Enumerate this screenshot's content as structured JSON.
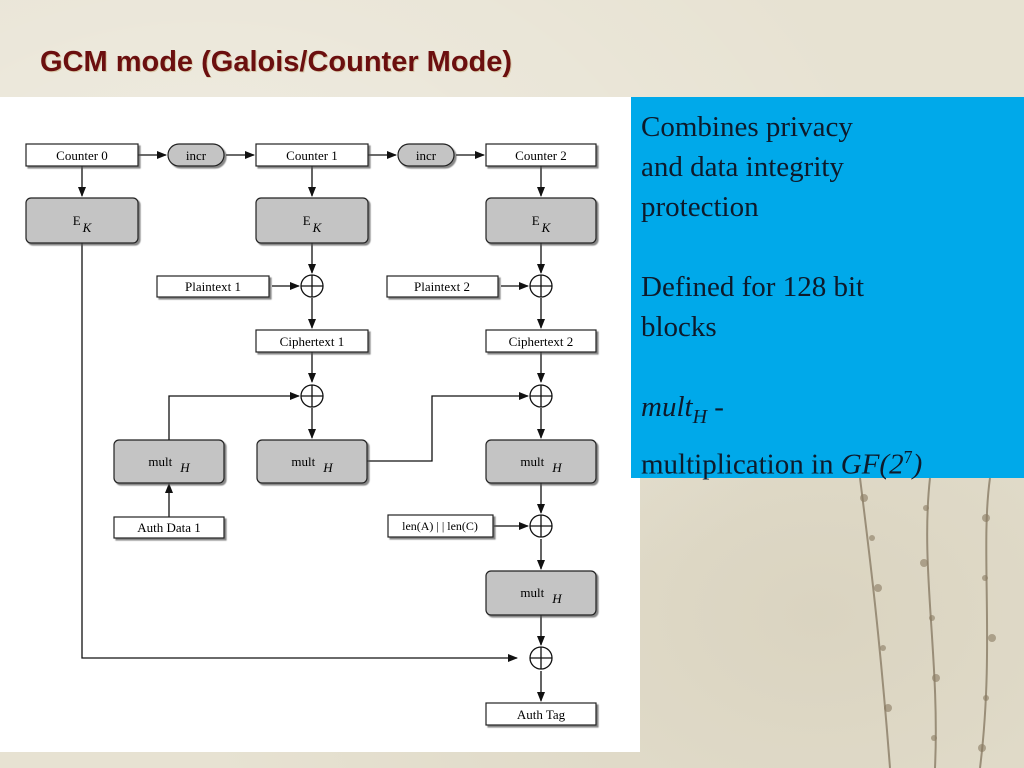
{
  "slide": {
    "title": "GCM mode (Galois/Counter Mode)"
  },
  "info": {
    "line1": "Combines privacy",
    "line2": "and data integrity",
    "line3": "protection",
    "line4": "Defined for 128 bit",
    "line5": "blocks",
    "mult_word": "mult",
    "mult_sub": "H",
    "mult_dash": " -",
    "line8_text": "multiplication in ",
    "gf_text": "GF(2",
    "gf_exp": "7",
    "gf_close": ")"
  },
  "diagram": {
    "counter0": "Counter 0",
    "counter1": "Counter 1",
    "counter2": "Counter 2",
    "incr": "incr",
    "ek_main": "E",
    "ek_sub": "K",
    "plaintext1": "Plaintext 1",
    "plaintext2": "Plaintext 2",
    "ciphertext1": "Ciphertext 1",
    "ciphertext2": "Ciphertext 2",
    "mult_main": "mult",
    "mult_sub": "H",
    "auth_data1": "Auth Data 1",
    "len_label": "len(A) | | len(C)",
    "auth_tag": "Auth Tag"
  }
}
